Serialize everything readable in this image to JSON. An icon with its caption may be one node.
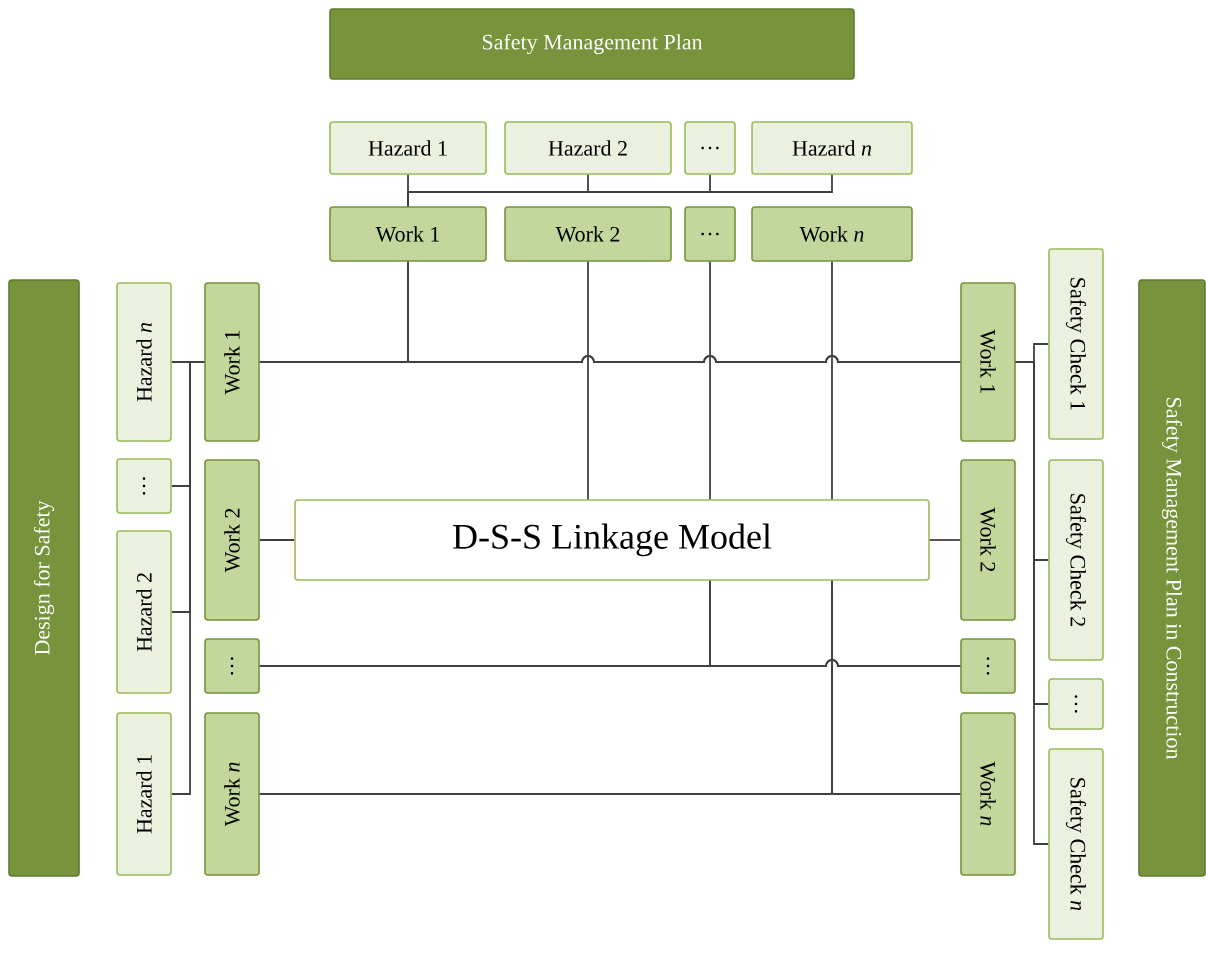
{
  "diagram": {
    "nodes": [
      {
        "text": [
          "Safety Management Plan"
        ]
      },
      {
        "text": [
          "Hazard 1"
        ]
      },
      {
        "text": [
          "Hazard 2"
        ]
      },
      {
        "text": [
          "…"
        ]
      },
      {
        "text": [
          "Hazard *n*"
        ]
      },
      {
        "text": [
          "Work 1"
        ]
      },
      {
        "text": [
          "Work 2"
        ]
      },
      {
        "text": [
          "…"
        ]
      },
      {
        "text": [
          "Work *n*"
        ]
      },
      {
        "text": [
          "Design for Safety"
        ]
      },
      {
        "text": [
          "Hazard *n*"
        ]
      },
      {
        "text": [
          "…"
        ]
      },
      {
        "text": [
          "Hazard 2"
        ]
      },
      {
        "text": [
          "Hazard 1"
        ]
      },
      {
        "text": [
          "Work 1"
        ]
      },
      {
        "text": [
          "Work 2"
        ]
      },
      {
        "text": [
          "…"
        ]
      },
      {
        "text": [
          "Work *n*"
        ]
      },
      {
        "text": [
          "D-S-S Linkage Model"
        ]
      },
      {
        "text": [
          "Work 1"
        ]
      },
      {
        "text": [
          "Work 2"
        ]
      },
      {
        "text": [
          "…"
        ]
      },
      {
        "text": [
          "Work *n*"
        ]
      },
      {
        "text": [
          "Safety Check 1"
        ]
      },
      {
        "text": [
          "Safety Check 2"
        ]
      },
      {
        "text": [
          "…"
        ]
      },
      {
        "text": [
          "Safety Check *n*"
        ]
      },
      {
        "text": [
          "Safety Management Plan in Construction"
        ]
      }
    ],
    "edges": [
      {
        "from": 1,
        "to": 5,
        "arrow": "none"
      },
      {
        "from": 2,
        "to": 5,
        "arrow": "none"
      },
      {
        "from": 3,
        "to": 5,
        "arrow": "none"
      },
      {
        "from": 4,
        "to": 5,
        "arrow": "none"
      },
      {
        "from": 10,
        "to": 14,
        "arrow": "none"
      },
      {
        "from": 11,
        "to": 14,
        "arrow": "none"
      },
      {
        "from": 12,
        "to": 14,
        "arrow": "none"
      },
      {
        "from": 13,
        "to": 14,
        "arrow": "none"
      },
      {
        "from": 19,
        "to": 23,
        "arrow": "none"
      },
      {
        "from": 19,
        "to": 24,
        "arrow": "none"
      },
      {
        "from": 19,
        "to": 25,
        "arrow": "none"
      },
      {
        "from": 19,
        "to": 26,
        "arrow": "none"
      },
      {
        "from": 14,
        "to": 19,
        "arrow": "none"
      },
      {
        "from": 5,
        "to": 14,
        "arrow": "none"
      },
      {
        "from": 5,
        "to": 19,
        "arrow": "none"
      },
      {
        "from": 15,
        "to": 18,
        "arrow": "none"
      },
      {
        "from": 18,
        "to": 20,
        "arrow": "none"
      },
      {
        "from": 6,
        "to": 18,
        "arrow": "none"
      },
      {
        "from": 7,
        "to": 18,
        "arrow": "none"
      },
      {
        "from": 8,
        "to": 18,
        "arrow": "none"
      },
      {
        "from": 16,
        "to": 21,
        "arrow": "none"
      },
      {
        "from": 18,
        "to": 16,
        "arrow": "none"
      },
      {
        "from": 18,
        "to": 21,
        "arrow": "none"
      },
      {
        "from": 17,
        "to": 22,
        "arrow": "none"
      },
      {
        "from": 18,
        "to": 17,
        "arrow": "none"
      },
      {
        "from": 18,
        "to": 22,
        "arrow": "none"
      }
    ]
  }
}
